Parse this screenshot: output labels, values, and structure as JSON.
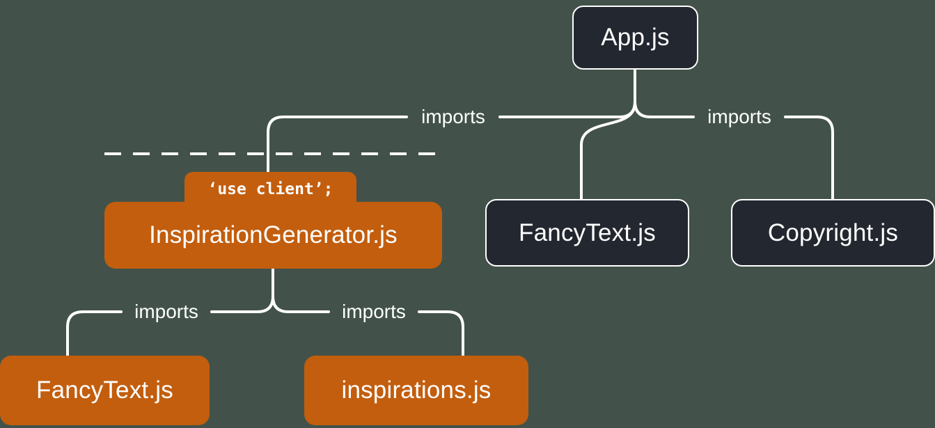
{
  "diagram": {
    "description": "module-import-tree",
    "nodes": {
      "app": {
        "label": "App.js",
        "type": "server"
      },
      "inspiration_generator": {
        "label": "InspirationGenerator.js",
        "type": "client",
        "directive": "‘use client’;"
      },
      "fancytext_server": {
        "label": "FancyText.js",
        "type": "server"
      },
      "copyright": {
        "label": "Copyright.js",
        "type": "server"
      },
      "fancytext_client": {
        "label": "FancyText.js",
        "type": "client"
      },
      "inspirations": {
        "label": "inspirations.js",
        "type": "client"
      }
    },
    "edge_labels": {
      "app_to_inspiration_generator": "imports",
      "app_to_copyright": "imports",
      "inspiration_generator_to_fancytext": "imports",
      "inspiration_generator_to_inspirations": "imports"
    },
    "colors": {
      "background": "#42524A",
      "server_module": "#23272F",
      "client_module": "#C25E0E",
      "connector": "#FFFFFF",
      "text": "#FFFFFF"
    }
  }
}
